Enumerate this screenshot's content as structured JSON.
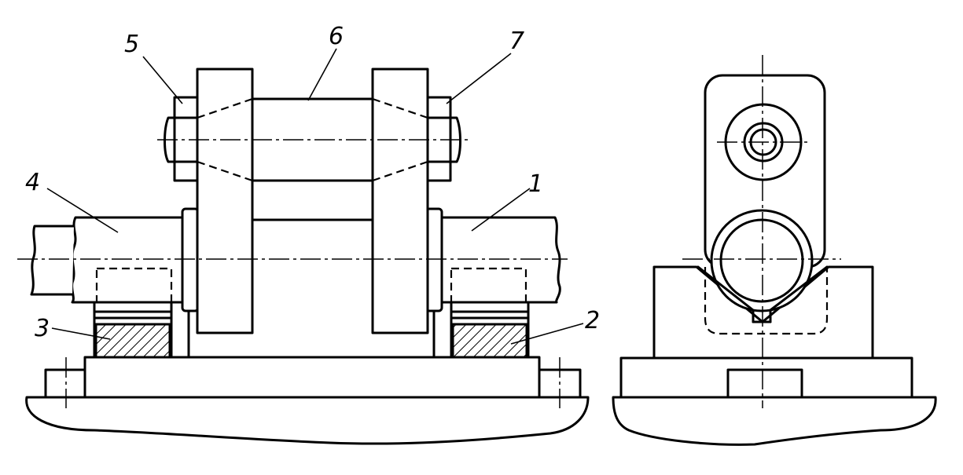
{
  "labels": {
    "part_1": "1",
    "part_2": "2",
    "part_3": "3",
    "part_4": "4",
    "part_5": "5",
    "part_6": "6",
    "part_7": "7"
  },
  "colors": {
    "line": "#000000",
    "background": "#ffffff",
    "hatch": "#000000"
  }
}
